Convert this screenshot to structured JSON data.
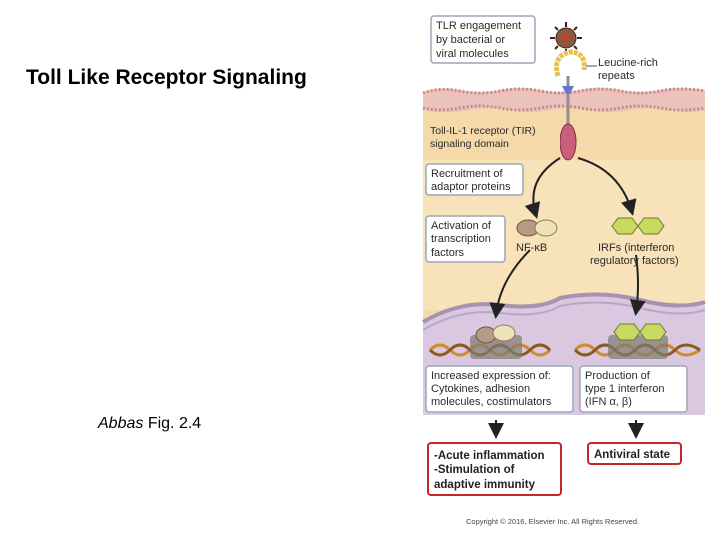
{
  "slide": {
    "title": "Toll Like Receptor Signaling",
    "caption_author": "Abbas",
    "caption_ref": " Fig. 2.4"
  },
  "figure": {
    "tlr_engagement": [
      "TLR engagement",
      "by bacterial or",
      "viral molecules"
    ],
    "leucine_rich": [
      "Leucine-rich",
      "repeats"
    ],
    "tir_domain": [
      "Toll-IL-1 receptor (TIR)",
      "signaling domain"
    ],
    "recruitment": [
      "Recruitment of",
      "adaptor proteins"
    ],
    "activation": [
      "Activation of",
      "transcription",
      "factors"
    ],
    "nfkb": "NF-κB",
    "irfs": [
      "IRFs (interferon",
      "regulatory factors)"
    ],
    "increased_expression": [
      "Increased expression of:",
      "Cytokines, adhesion",
      "molecules, costimulators"
    ],
    "production_ifn": [
      "Production of",
      "type 1 interferon",
      "(IFN α, β)"
    ],
    "outcome_inflammation": [
      "-Acute inflammation",
      "-Stimulation of",
      "adaptive immunity"
    ],
    "outcome_antiviral": "Antiviral state",
    "copyright": "Copyright © 2016, Elsevier Inc. All Rights Reserved."
  },
  "colors": {
    "cytoplasm": "#f6d9a9",
    "nucleus": "#d9c8e0",
    "membrane": "#e9b7b5",
    "receptor": "#c8607c",
    "irf_green": "#c8d860",
    "outcome_border": "#c0282a"
  }
}
